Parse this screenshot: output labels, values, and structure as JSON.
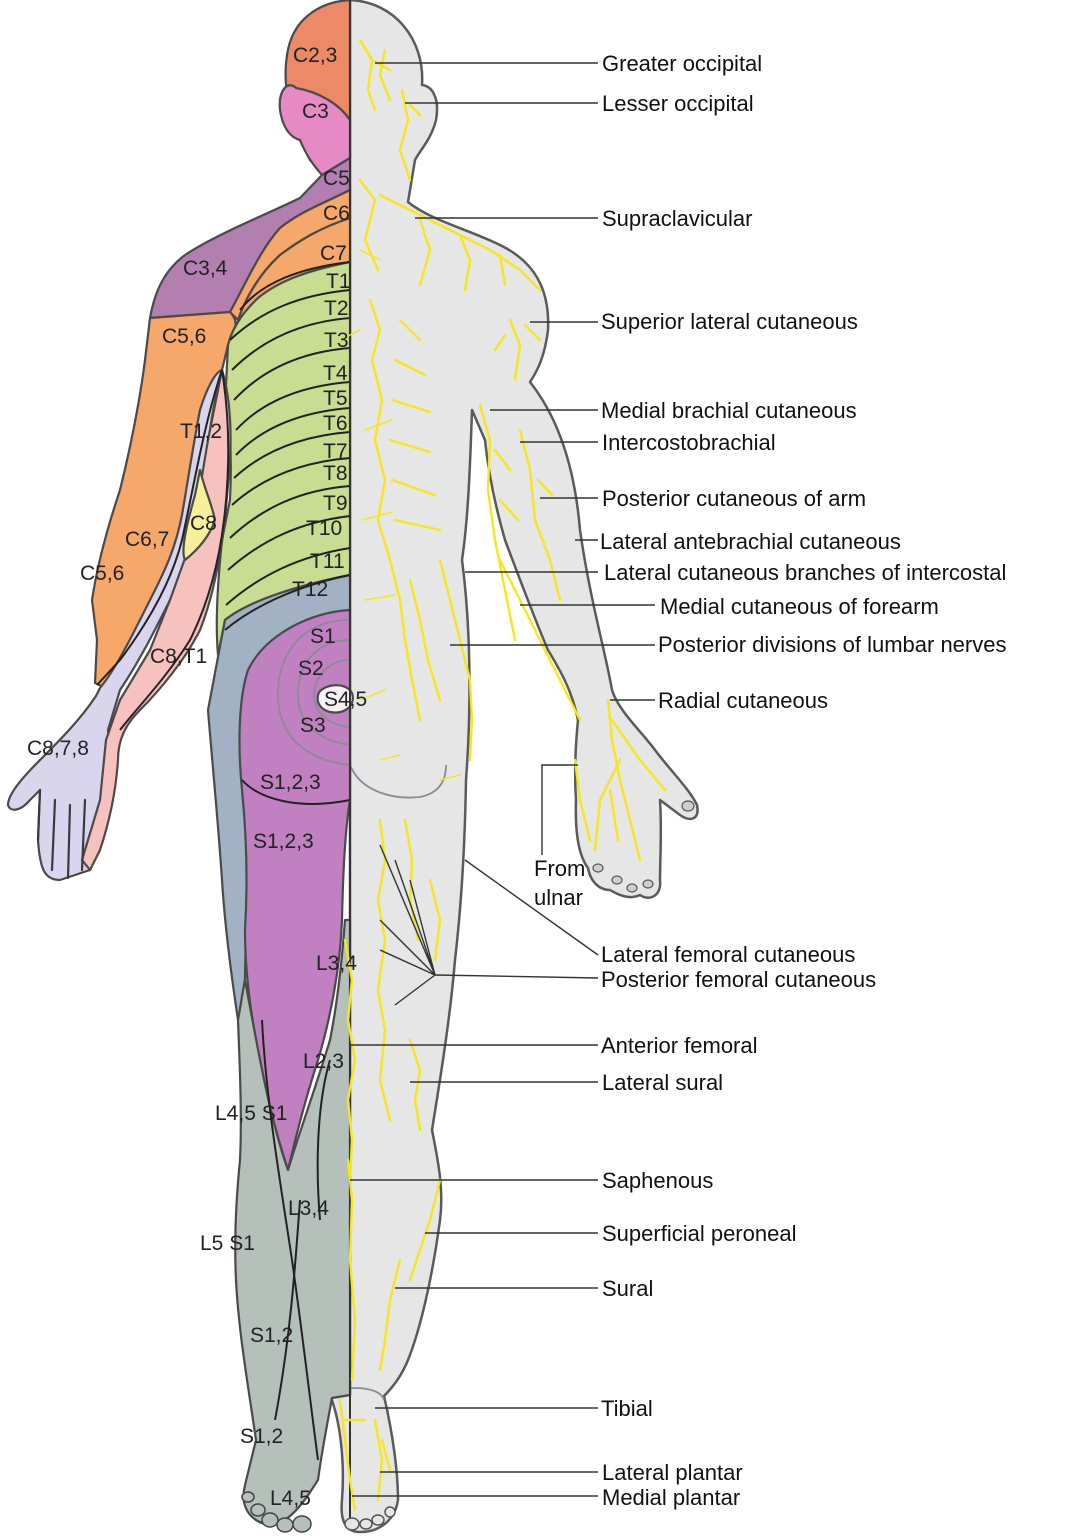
{
  "dermatomes": {
    "c23": "C2,3",
    "c3": "C3",
    "c5": "C5",
    "c6": "C6",
    "c7": "C7",
    "c34": "C3,4",
    "c56_upper": "C5,6",
    "t1": "T1",
    "t2": "T2",
    "t3": "T3",
    "t4": "T4",
    "t5": "T5",
    "t6": "T6",
    "t7": "T7",
    "t8": "T8",
    "t9": "T9",
    "t10": "T10",
    "t11": "T11",
    "t12": "T12",
    "t12_arm": "T1,2",
    "c8": "C8",
    "c67": "C6,7",
    "c56_lower": "C5,6",
    "c8t1": "C8,T1",
    "c878": "C8,7,8",
    "s1": "S1",
    "s2": "S2",
    "s3": "S3",
    "s45": "S4,5",
    "s123_upper": "S1,2,3",
    "s123_lower": "S1,2,3",
    "l34_upper": "L3,4",
    "l23": "L2,3",
    "l45s1": "L4,5 S1",
    "l34_lower": "L3,4",
    "l5s1": "L5 S1",
    "s12_upper": "S1,2",
    "s12_lower": "S1,2",
    "l45": "L4,5"
  },
  "nerves": {
    "greater_occipital": "Greater occipital",
    "lesser_occipital": "Lesser occipital",
    "supraclavicular": "Supraclavicular",
    "superior_lateral_cutaneous": "Superior lateral cutaneous",
    "medial_brachial_cutaneous": "Medial brachial cutaneous",
    "intercostobrachial": "Intercostobrachial",
    "posterior_cutaneous_arm": "Posterior cutaneous of arm",
    "lateral_antebrachial": "Lateral antebrachial cutaneous",
    "lateral_cutaneous_intercostal": "Lateral cutaneous branches of intercostal",
    "medial_cutaneous_forearm": "Medial cutaneous of forearm",
    "posterior_lumbar": "Posterior divisions of lumbar nerves",
    "radial_cutaneous": "Radial cutaneous",
    "from_ulnar_1": "From",
    "from_ulnar_2": "ulnar",
    "lateral_femoral": "Lateral femoral cutaneous",
    "posterior_femoral": "Posterior femoral cutaneous",
    "anterior_femoral": "Anterior femoral",
    "lateral_sural": "Lateral sural",
    "saphenous": "Saphenous",
    "superficial_peroneal": "Superficial peroneal",
    "sural": "Sural",
    "tibial": "Tibial",
    "lateral_plantar": "Lateral plantar",
    "medial_plantar": "Medial plantar"
  },
  "colors": {
    "c23": "#ec8a68",
    "c3": "#e58ac4",
    "c34": "#b27fb0",
    "c_orange": "#f5a86a",
    "thoracic": "#c8dd92",
    "lavender": "#d9d5ec",
    "pink": "#f7c2be",
    "yellow": "#f7ef9a",
    "lumbar_blue": "#a3b1c5",
    "sacral": "#c180c0",
    "s45": "#f7f0f4",
    "leg_grey": "#b4c0b9",
    "body_grey": "#e6e6e6",
    "nerve_yellow": "#f5e71a"
  }
}
